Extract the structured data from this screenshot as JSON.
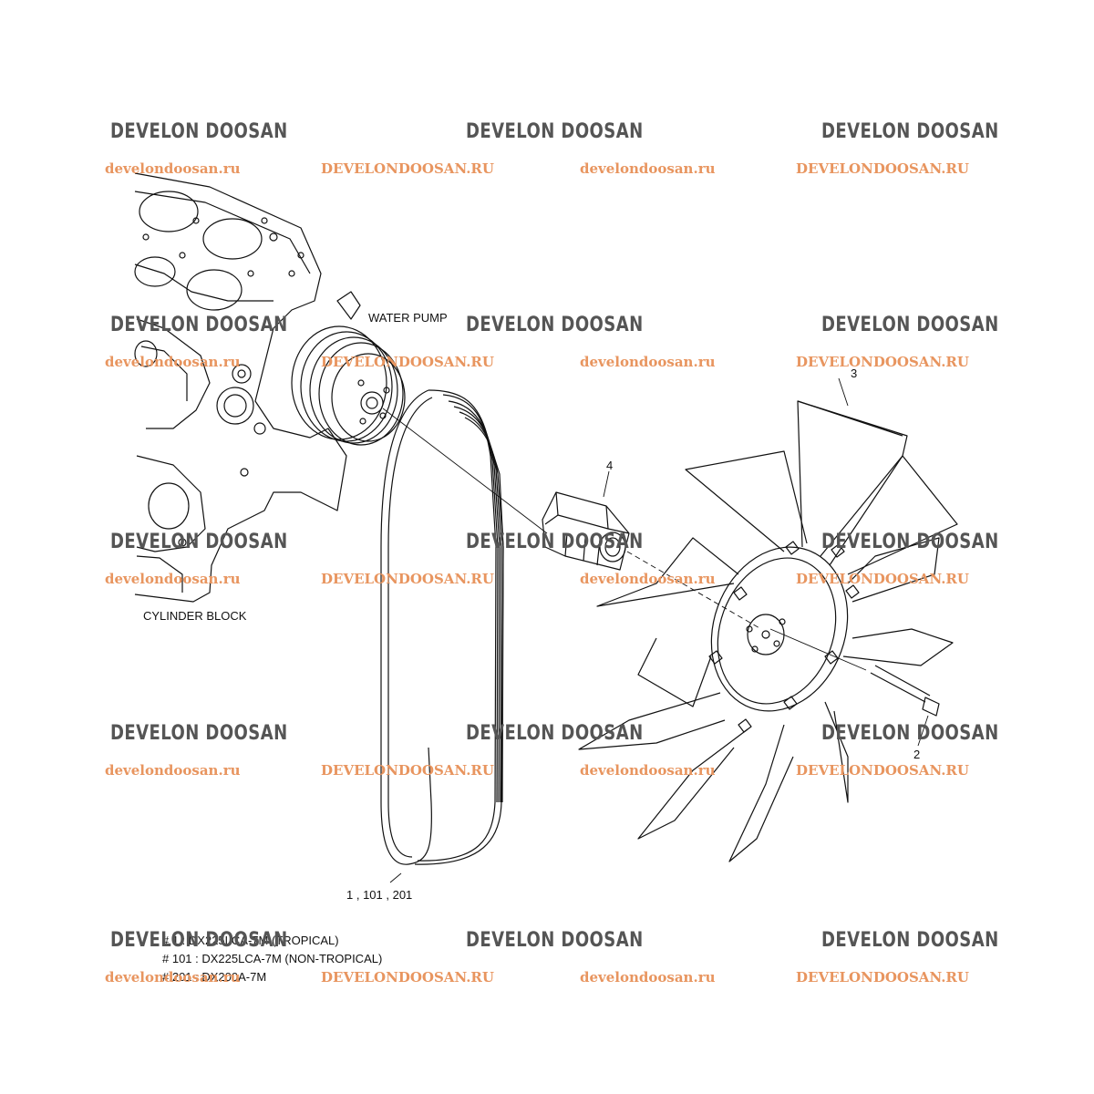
{
  "labels": {
    "water_pump": "WATER PUMP",
    "cylinder_block": "CYLINDER BLOCK",
    "callout_3": "3",
    "callout_4": "4",
    "callout_2": "2",
    "callout_belt": "1 , 101 , 201"
  },
  "legend": [
    "# 1 : DX225LCA-7M (TROPICAL)",
    "# 101 : DX225LCA-7M (NON-TROPICAL)",
    "# 201 : DX200A-7M"
  ],
  "watermark": {
    "brand": "DEVELON DOOSAN",
    "urls": [
      [
        "develondoosan.ru",
        "DEVELONDOOSAN.RU",
        "develondoosan.ru",
        "DEVELONDOOSAN.RU"
      ],
      [
        "develondoosan.ru",
        "DEVELONDOOSAN.RU",
        "develondoosan.ru",
        "DEVELONDOOSAN.RU"
      ],
      [
        "develondoosan.ru",
        "DEVELONDOOSAN.RU",
        "develondoosan.ru",
        "DEVELONDOOSAN.RU"
      ],
      [
        "develondoosan.ru",
        "DEVELONDOOSAN.RU",
        "develondoosan.ru",
        "DEVELONDOOSAN.RU"
      ],
      [
        "develondoosan.ru",
        "DEVELONDOOSAN.RU",
        "develondoosan.ru",
        "DEVELONDOOSAN.RU"
      ]
    ],
    "logo_color": "#e8955f",
    "text_color": "#555555"
  }
}
